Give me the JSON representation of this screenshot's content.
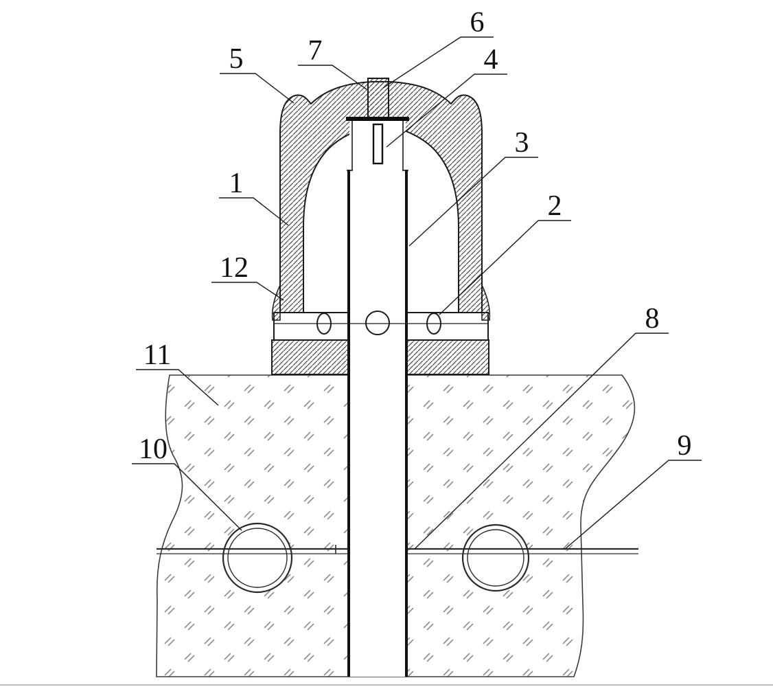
{
  "figure": {
    "kind": "patent-cross-section-technical-drawing",
    "description": "Cross-section of a capped wellhead/valve assembly embedded in ground with buried pipeline",
    "labels": [
      {
        "number": "1"
      },
      {
        "number": "2"
      },
      {
        "number": "3"
      },
      {
        "number": "4"
      },
      {
        "number": "5"
      },
      {
        "number": "6"
      },
      {
        "number": "7"
      },
      {
        "number": "8"
      },
      {
        "number": "9"
      },
      {
        "number": "10"
      },
      {
        "number": "11"
      },
      {
        "number": "12"
      }
    ],
    "colors": {
      "ink": "#1a1a1a",
      "hatch": "#4a4a4a",
      "soil_mark": "#8e8e8e",
      "background": "#ffffff"
    }
  }
}
